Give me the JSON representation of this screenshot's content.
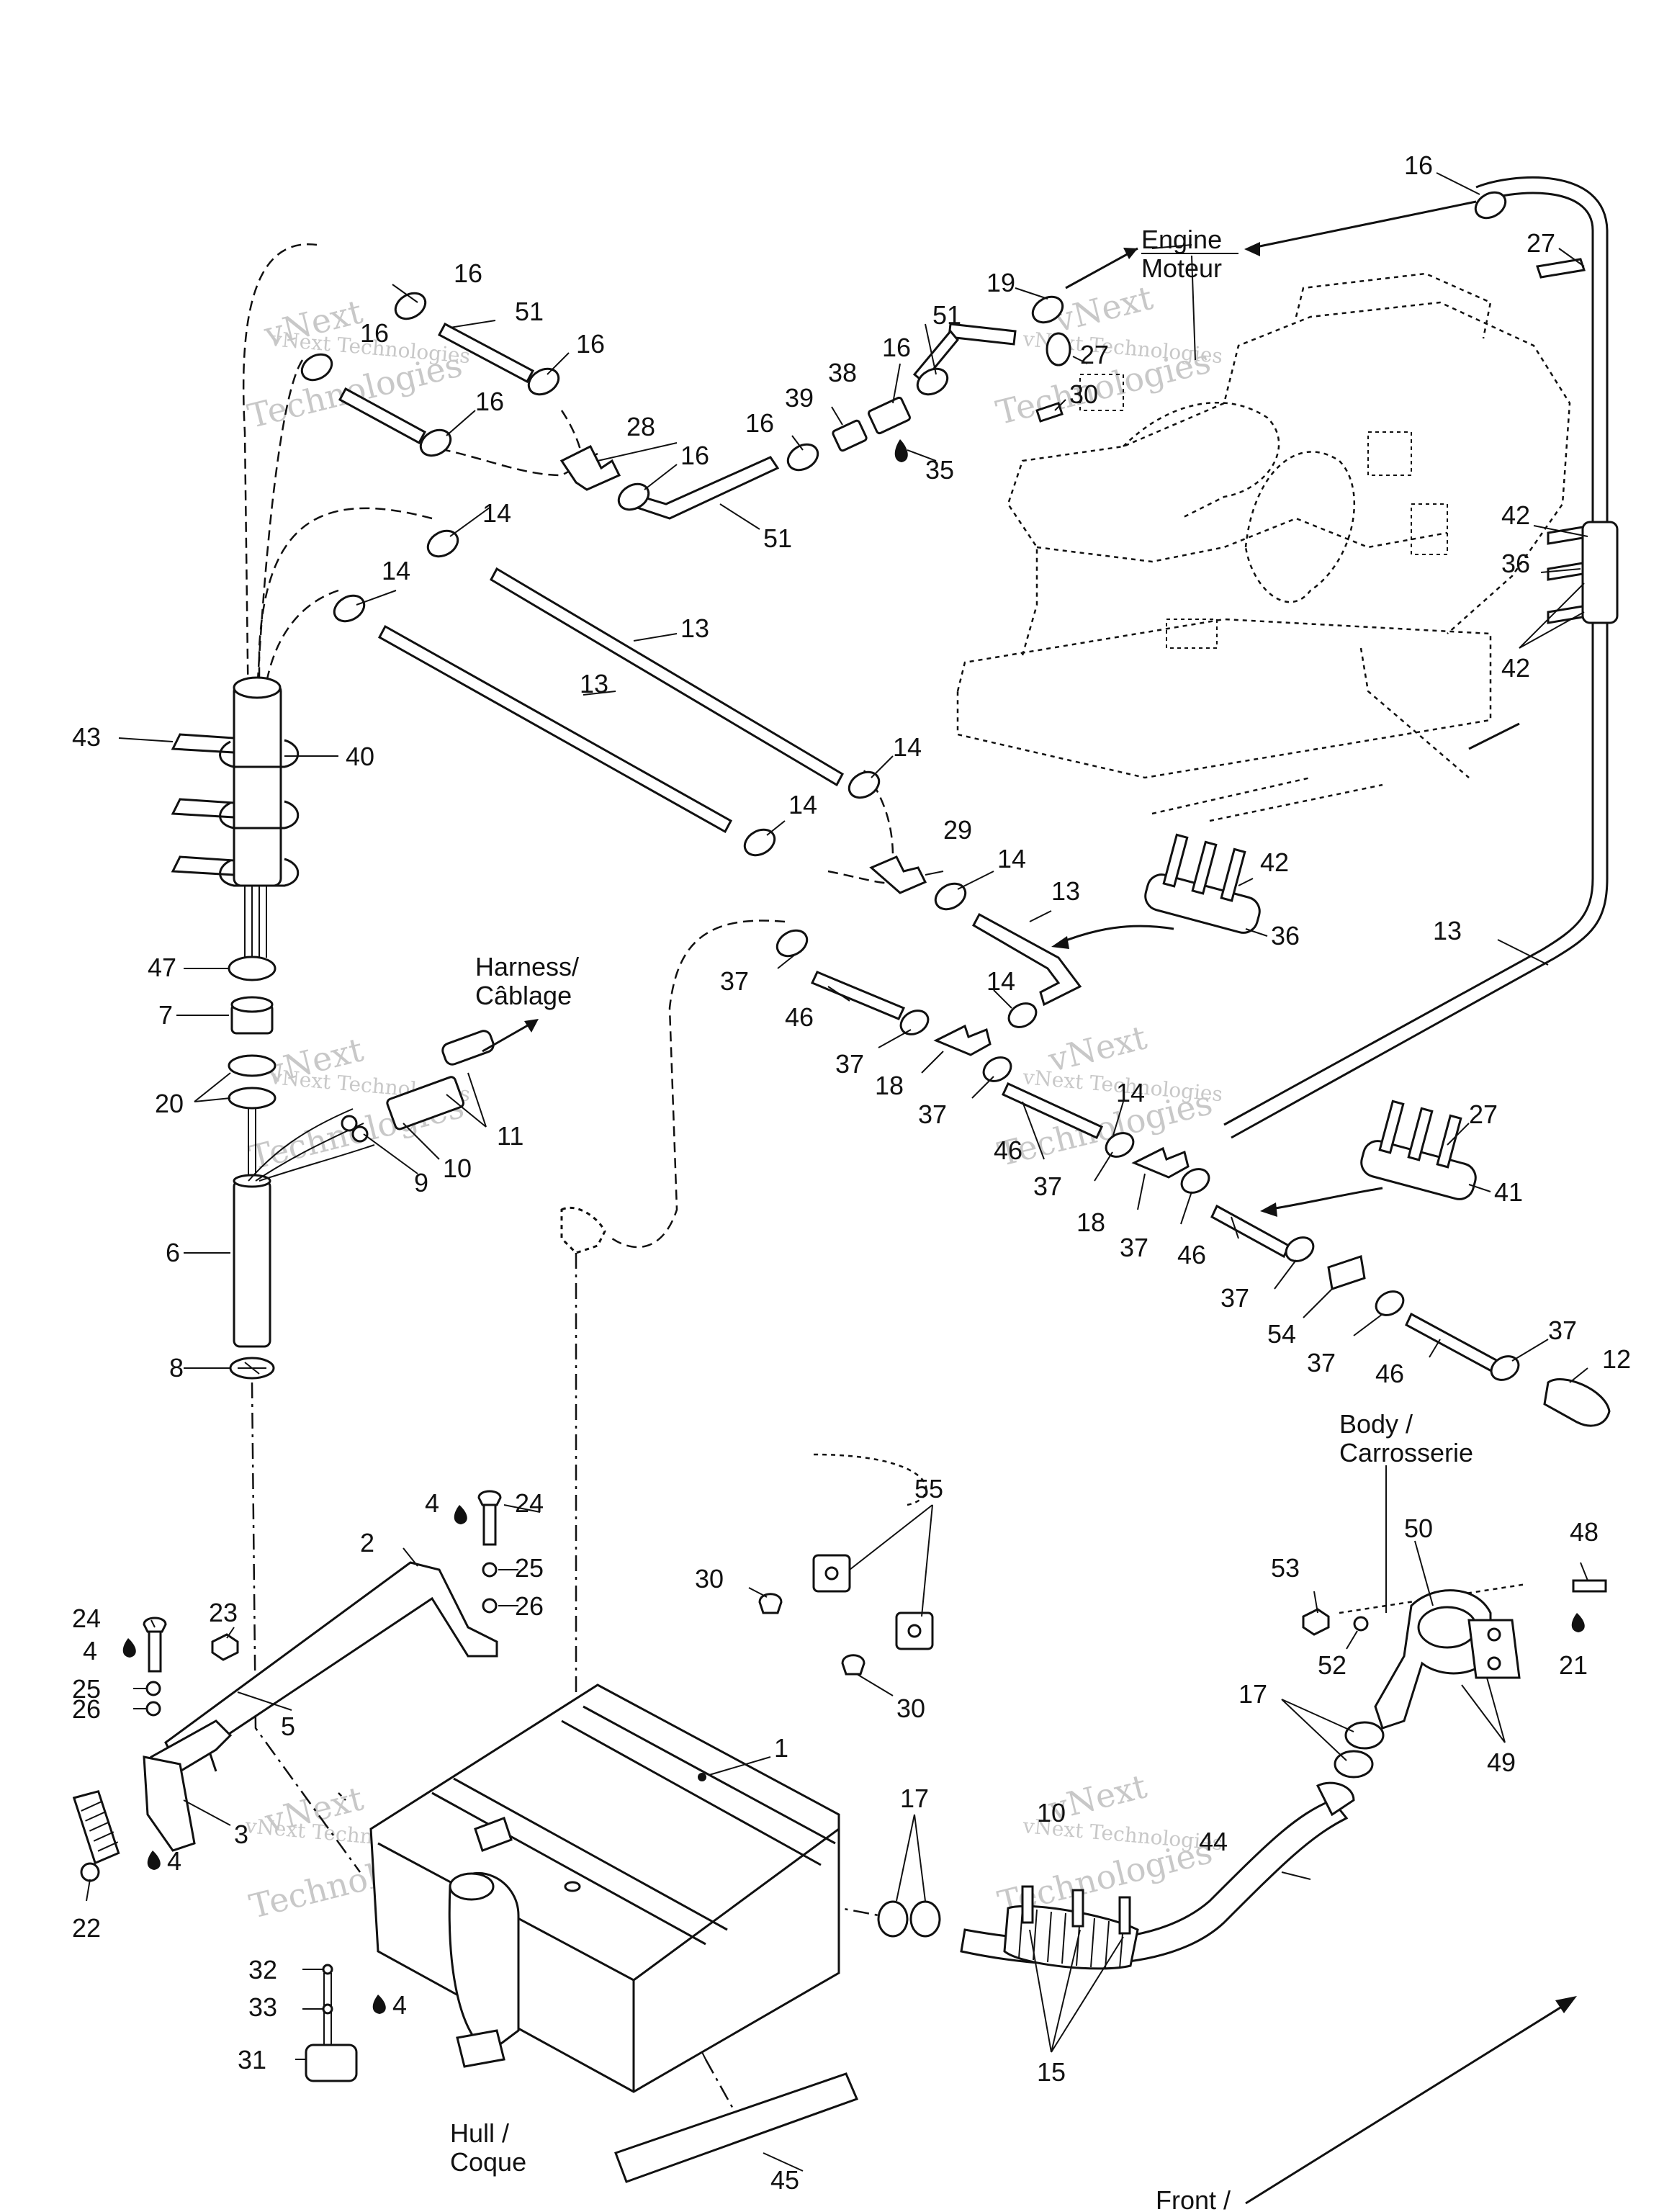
{
  "watermark": {
    "line1": "vNext",
    "line2": "Technologies",
    "small": "vNext Technologies"
  },
  "labels": {
    "engine_en": "Engine",
    "engine_fr": "Moteur",
    "harness_en": "Harness/",
    "harness_fr": "Câblage",
    "body_en": "Body /",
    "body_fr": "Carrosserie",
    "hull_en": "Hull /",
    "hull_fr": "Coque",
    "front_en": "Front /"
  },
  "callouts": {
    "c1": "1",
    "c2": "2",
    "c3": "3",
    "c4": "4",
    "c5": "5",
    "c6": "6",
    "c7": "7",
    "c8": "8",
    "c9": "9",
    "c10": "10",
    "c11": "11",
    "c12": "12",
    "c13": "13",
    "c14": "14",
    "c15": "15",
    "c16": "16",
    "c17": "17",
    "c18": "18",
    "c19": "19",
    "c20": "20",
    "c21": "21",
    "c22": "22",
    "c23": "23",
    "c24": "24",
    "c25": "25",
    "c26": "26",
    "c27": "27",
    "c28": "28",
    "c29": "29",
    "c30": "30",
    "c31": "31",
    "c32": "32",
    "c33": "33",
    "c35": "35",
    "c36": "36",
    "c37": "37",
    "c38": "38",
    "c39": "39",
    "c40": "40",
    "c41": "41",
    "c42": "42",
    "c43": "43",
    "c44": "44",
    "c45": "45",
    "c46": "46",
    "c47": "47",
    "c48": "48",
    "c49": "49",
    "c50": "50",
    "c51": "51",
    "c52": "52",
    "c53": "53",
    "c54": "54",
    "c55": "55"
  }
}
